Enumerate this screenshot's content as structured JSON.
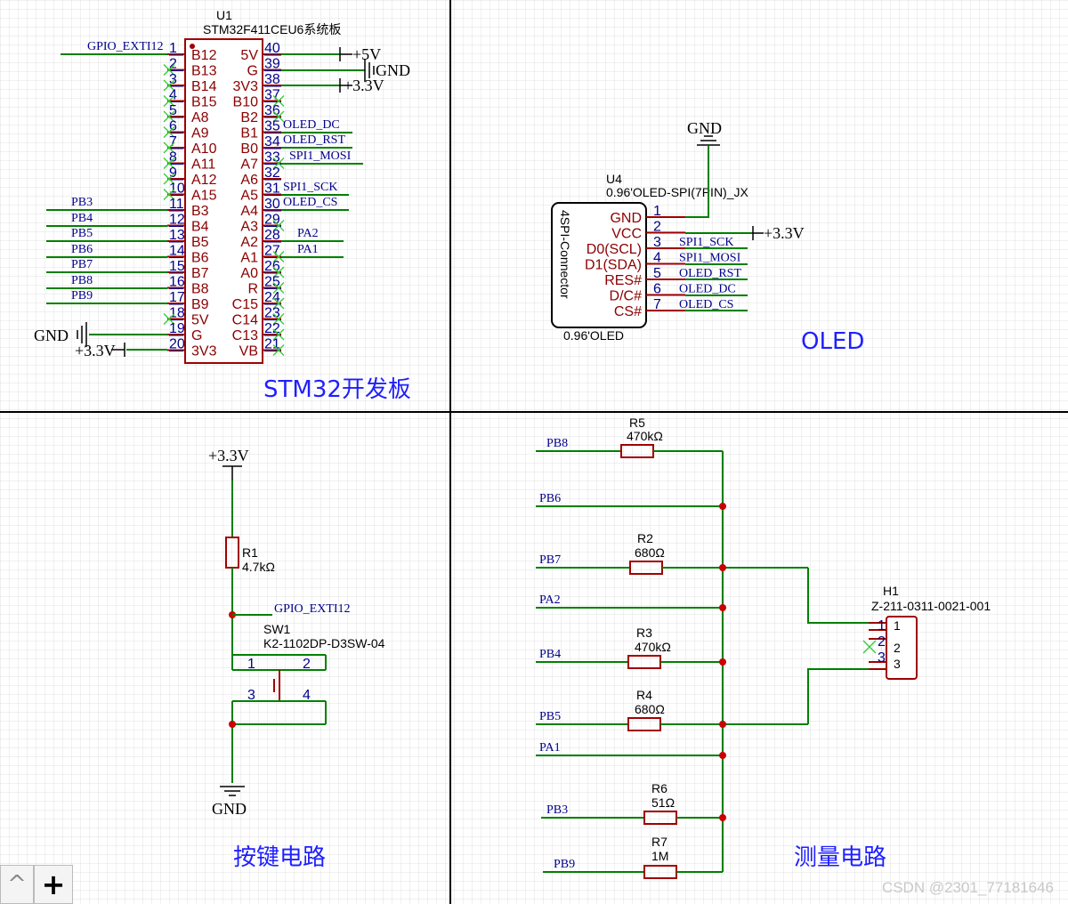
{
  "sections": {
    "stm32": "STM32开发板",
    "oled": "OLED",
    "key": "按键电路",
    "measure": "测量电路"
  },
  "u1": {
    "ref": "U1",
    "name": "STM32F411CEU6系统板",
    "left_pins": [
      {
        "num": "1",
        "name": "B12"
      },
      {
        "num": "2",
        "name": "B13"
      },
      {
        "num": "3",
        "name": "B14"
      },
      {
        "num": "4",
        "name": "B15"
      },
      {
        "num": "5",
        "name": "A8"
      },
      {
        "num": "6",
        "name": "A9"
      },
      {
        "num": "7",
        "name": "A10"
      },
      {
        "num": "8",
        "name": "A11"
      },
      {
        "num": "9",
        "name": "A12"
      },
      {
        "num": "10",
        "name": "A15"
      },
      {
        "num": "11",
        "name": "B3"
      },
      {
        "num": "12",
        "name": "B4"
      },
      {
        "num": "13",
        "name": "B5"
      },
      {
        "num": "14",
        "name": "B6"
      },
      {
        "num": "15",
        "name": "B7"
      },
      {
        "num": "16",
        "name": "B8"
      },
      {
        "num": "17",
        "name": "B9"
      },
      {
        "num": "18",
        "name": "5V"
      },
      {
        "num": "19",
        "name": "G"
      },
      {
        "num": "20",
        "name": "3V3"
      }
    ],
    "right_pins": [
      {
        "num": "40",
        "name": "5V"
      },
      {
        "num": "39",
        "name": "G"
      },
      {
        "num": "38",
        "name": "3V3"
      },
      {
        "num": "37",
        "name": "B10"
      },
      {
        "num": "36",
        "name": "B2"
      },
      {
        "num": "35",
        "name": "B1"
      },
      {
        "num": "34",
        "name": "B0"
      },
      {
        "num": "33",
        "name": "A7"
      },
      {
        "num": "32",
        "name": "A6"
      },
      {
        "num": "31",
        "name": "A5"
      },
      {
        "num": "30",
        "name": "A4"
      },
      {
        "num": "29",
        "name": "A3"
      },
      {
        "num": "28",
        "name": "A2"
      },
      {
        "num": "27",
        "name": "A1"
      },
      {
        "num": "26",
        "name": "A0"
      },
      {
        "num": "25",
        "name": "R"
      },
      {
        "num": "24",
        "name": "C15"
      },
      {
        "num": "23",
        "name": "C14"
      },
      {
        "num": "22",
        "name": "C13"
      },
      {
        "num": "21",
        "name": "VB"
      }
    ],
    "net_gpio": "GPIO_EXTI12",
    "left_nets": [
      "PB3",
      "PB4",
      "PB5",
      "PB6",
      "PB7",
      "PB8",
      "PB9"
    ],
    "right_nets": {
      "b1": "OLED_DC",
      "b0": "OLED_RST",
      "a7": "SPI1_MOSI",
      "a5": "SPI1_SCK",
      "a4": "OLED_CS",
      "a2": "PA2",
      "a1": "PA1"
    },
    "pwr_5v": "+5V",
    "pwr_gnd": "GND",
    "pwr_33": "+3.3V"
  },
  "u4": {
    "ref": "U4",
    "name": "0.96'OLED-SPI(7PIN)_JX",
    "body_label": "4SPI-Connector",
    "footprint": "0.96'OLED",
    "pins": [
      {
        "num": "1",
        "name": "GND",
        "net": ""
      },
      {
        "num": "2",
        "name": "VCC",
        "net": ""
      },
      {
        "num": "3",
        "name": "D0(SCL)",
        "net": "SPI1_SCK"
      },
      {
        "num": "4",
        "name": "D1(SDA)",
        "net": "SPI1_MOSI"
      },
      {
        "num": "5",
        "name": "RES#",
        "net": "OLED_RST"
      },
      {
        "num": "6",
        "name": "D/C#",
        "net": "OLED_DC"
      },
      {
        "num": "7",
        "name": "CS#",
        "net": "OLED_CS"
      }
    ],
    "pwr_gnd": "GND",
    "pwr_33": "+3.3V"
  },
  "key": {
    "pwr_33": "+3.3V",
    "r1_ref": "R1",
    "r1_val": "4.7kΩ",
    "net": "GPIO_EXTI12",
    "sw_ref": "SW1",
    "sw_name": "K2-1102DP-D3SW-04",
    "sw_pins": [
      "1",
      "2",
      "3",
      "4"
    ],
    "gnd": "GND"
  },
  "measure": {
    "r5_ref": "R5",
    "r5_val": "470kΩ",
    "r2_ref": "R2",
    "r2_val": "680Ω",
    "r3_ref": "R3",
    "r3_val": "470kΩ",
    "r4_ref": "R4",
    "r4_val": "680Ω",
    "r6_ref": "R6",
    "r6_val": "51Ω",
    "r7_ref": "R7",
    "r7_val": "1M",
    "nets": [
      "PB8",
      "PB6",
      "PB7",
      "PA2",
      "PB4",
      "PB5",
      "PA1",
      "PB3",
      "PB9"
    ],
    "h1_ref": "H1",
    "h1_name": "Z-211-0311-0021-001",
    "h1_pins": [
      "1",
      "2",
      "3"
    ]
  },
  "toolbar": {
    "collapse": "^",
    "add": "+"
  },
  "watermark": "CSDN @2301_77181646"
}
